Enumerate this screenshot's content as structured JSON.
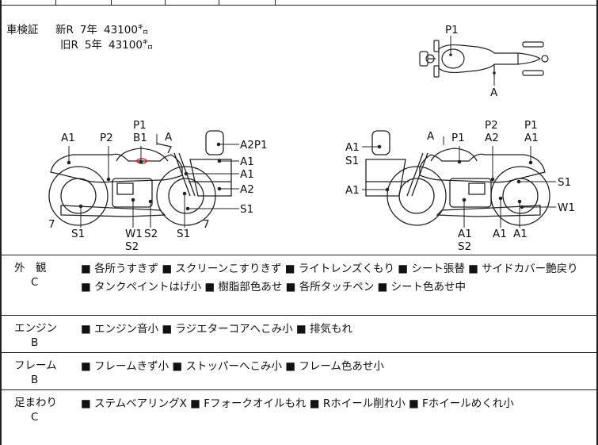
{
  "registration": {
    "label": "車検証",
    "rows": [
      {
        "era": "新R",
        "year": "7年",
        "value": "43100㌔"
      },
      {
        "era": "旧R",
        "year": "5年",
        "value": "43100㌔"
      }
    ]
  },
  "diagram_labels": {
    "top_view": [
      "P1",
      "A"
    ],
    "left_view": [
      "A1",
      "P2",
      "P1",
      "B1",
      "A",
      "A2P1",
      "A1",
      "A1",
      "A2",
      "S1",
      "7",
      "S1",
      "W1",
      "S2",
      "S2",
      "S1",
      "7"
    ],
    "right_view": [
      "A1",
      "S1",
      "A1",
      "A",
      "P1",
      "P2",
      "A2",
      "P1",
      "A1",
      "S1",
      "W1",
      "A1",
      "S2",
      "A1",
      "A1"
    ]
  },
  "sections": [
    {
      "title": "外　観",
      "grade": "C",
      "text": "■ 各所うすきず ■ スクリーンこすりきず ■ ライトレンズくもり ■ シート張替 ■ サイドカバー艶戻り ■ タンクペイントはげ小 ■ 樹脂部色あせ ■ 各所タッチペン ■ シート色あせ中"
    },
    {
      "title": "エンジン",
      "grade": "B",
      "text": "■ エンジン音小 ■ ラジエターコアへこみ小 ■ 排気もれ"
    },
    {
      "title": "フレーム",
      "grade": "B",
      "text": "■ フレームきず小 ■ ストッパーへこみ小 ■ フレーム色あせ小"
    },
    {
      "title": "足まわり",
      "grade": "C",
      "text": "■ ステムベアリングX ■ Fフォークオイルもれ ■ Rホイール削れ小 ■ Fホイールめくれ小"
    }
  ]
}
